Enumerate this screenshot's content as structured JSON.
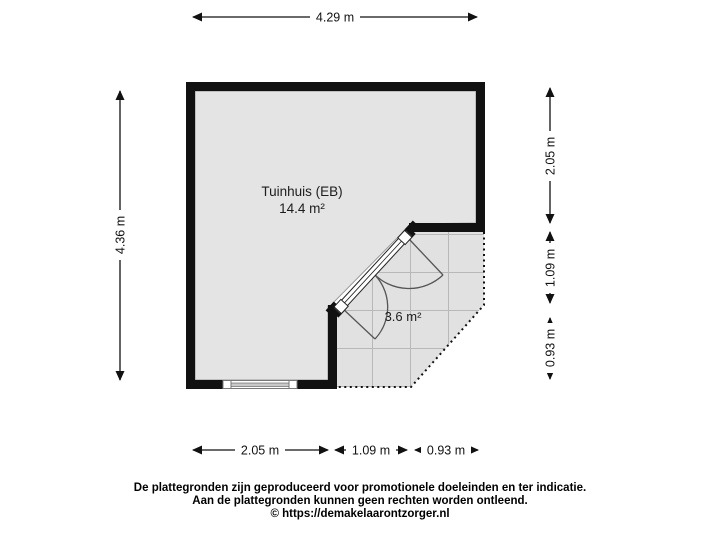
{
  "rooms": {
    "main": {
      "name": "Tuinhuis (EB)",
      "area": "14.4 m²"
    },
    "porch": {
      "area": "3.6 m²"
    }
  },
  "dimensions": {
    "top": "4.29 m",
    "left": "4.36 m",
    "right": [
      "2.05 m",
      "1.09 m",
      "0.93 m"
    ],
    "bottom": [
      "2.05 m",
      "1.09 m",
      "0.93 m"
    ]
  },
  "footer": {
    "line1": "De plattegronden zijn geproduceerd voor promotionele doeleinden en ter indicatie.",
    "line2": "Aan de plattegronden kunnen geen rechten worden ontleend.",
    "line3": "© https://demakelaarontzorger.nl"
  },
  "colors": {
    "wall": "#111111",
    "main_floor": "#e4e4e4",
    "porch_floor": "#e1e1e1",
    "tile_grid_line": "#b8b8b8",
    "dimension_line": "#111111",
    "background": "#ffffff"
  }
}
